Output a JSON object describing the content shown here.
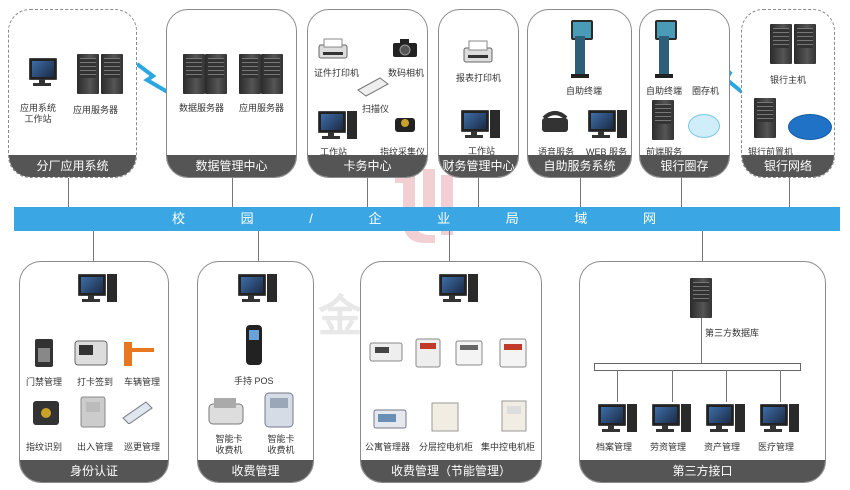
{
  "bus": {
    "label": "校 园 / 企 业 局 域 网"
  },
  "watermark": {
    "text": "金色巴腾"
  },
  "colors": {
    "bus": "#3aa7e4",
    "title_bar": "#555555",
    "border": "#8a8a8a"
  },
  "top": {
    "branch": {
      "title": "分厂应用系统",
      "labels": [
        "应用系统工作站",
        "应用服务器"
      ]
    },
    "datacenter": {
      "title": "数据管理中心",
      "labels": [
        "数据服务器",
        "应用服务器"
      ]
    },
    "card": {
      "title": "卡务中心",
      "labels": [
        "证件打印机",
        "数码相机",
        "扫描仪",
        "工作站",
        "指纹采集仪"
      ]
    },
    "finance": {
      "title": "财务管理中心",
      "labels": [
        "报表打印机",
        "工作站"
      ]
    },
    "selfservice": {
      "title": "自助服务系统",
      "labels": [
        "自助终端",
        "语音服务",
        "WEB 服务"
      ]
    },
    "bankstore": {
      "title": "银行圈存",
      "labels": [
        "自助终端",
        "圈存机",
        "前端服务"
      ]
    },
    "banknet": {
      "title": "银行网络",
      "labels": [
        "银行主机",
        "银行前置机"
      ]
    }
  },
  "bottom": {
    "identity": {
      "title": "身份认证",
      "labels": [
        "门禁管理",
        "打卡签到",
        "车辆管理",
        "指纹识别",
        "出入管理",
        "巡更管理"
      ]
    },
    "charge": {
      "title": "收费管理",
      "labels": [
        "手持 POS",
        "智能卡收费机",
        "智能卡收费机"
      ]
    },
    "energy": {
      "title": "收费管理（节能管理）",
      "labels": [
        "公寓管理器",
        "分层控电机柜",
        "集中控电机柜"
      ]
    },
    "third": {
      "title": "第三方接口",
      "labels": [
        "第三方数据库",
        "档案管理",
        "劳资管理",
        "资产管理",
        "医疗管理"
      ]
    }
  }
}
